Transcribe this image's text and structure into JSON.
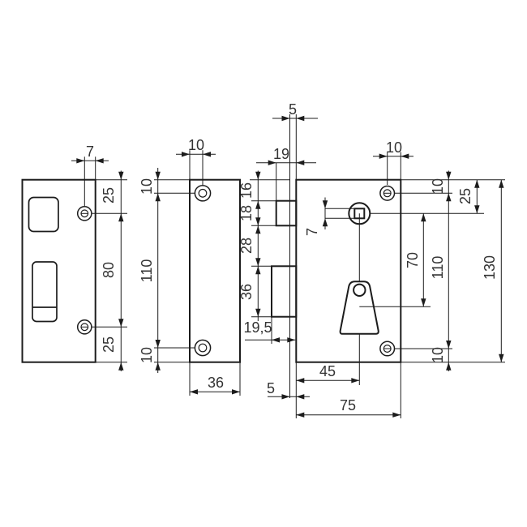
{
  "drawing": {
    "type": "technical drawing - vertical mortise lock, three views",
    "background": "#ffffff",
    "line_color": "#1c1c1c",
    "text_color": "#333333"
  },
  "strike_plate": {
    "lip_width": "7",
    "top_to_hole": "25",
    "hole_spacing": "80",
    "hole_to_bottom": "25"
  },
  "faceplate": {
    "hole_inset": "10",
    "top_to_hole": "10",
    "hole_spacing": "110",
    "hole_to_bottom": "10",
    "width": "36"
  },
  "lock_body": {
    "faceplate_offset_top": "5",
    "latch_width": "19",
    "hole_inset_top": "10",
    "top_to_latch": "16",
    "latch_height": "18",
    "latch_to_bolt": "28",
    "bolt_height": "36",
    "bolt_throw": "19,5",
    "spindle_square": "7",
    "spindle_to_keyhole": "70",
    "hole_spacing": "110",
    "top_to_spindle": "25",
    "height": "130",
    "top_to_hole": "10",
    "bottom_to_hole": "10",
    "keyhole_offset": "45",
    "width": "75",
    "faceplate_offset_bottom": "5"
  }
}
